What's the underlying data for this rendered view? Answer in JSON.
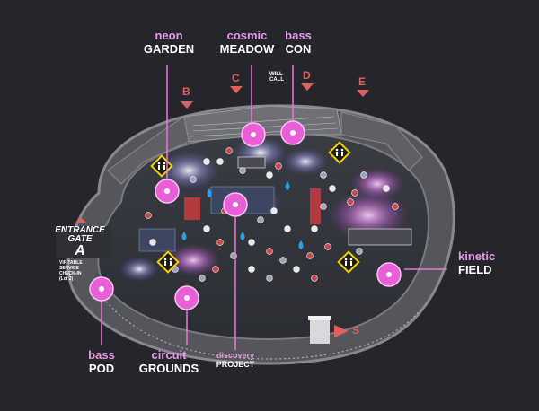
{
  "stages": [
    {
      "line1": "neon",
      "line2": "GARDEN"
    },
    {
      "line1": "cosmic",
      "line2": "MEADOW"
    },
    {
      "line1": "bass",
      "line2": "CON"
    },
    {
      "line1": "kinetic",
      "line2": "FIELD"
    },
    {
      "line1": "bass",
      "line2": "POD"
    },
    {
      "line1": "circuit",
      "line2": "GROUNDS"
    },
    {
      "line1": "discovery",
      "line2": "PROJECT"
    }
  ],
  "gates": {
    "b": "B",
    "c": "C",
    "d": "D",
    "e": "E",
    "s": "S"
  },
  "entrance": {
    "line1": "ENTRANCE",
    "line2": "GATE",
    "line3": "A"
  },
  "vip": {
    "line1": "VIP TABLE",
    "line2": "SERVICE",
    "line3": "CHECK-IN",
    "line4": "(Lot 2)"
  },
  "will_call": {
    "line1": "WILL",
    "line2": "CALL"
  },
  "colors": {
    "accent": "#e79be5",
    "pin": "#ea5fd8",
    "gate": "#e0605c",
    "background": "#25262b",
    "track": "#6b6c70"
  }
}
